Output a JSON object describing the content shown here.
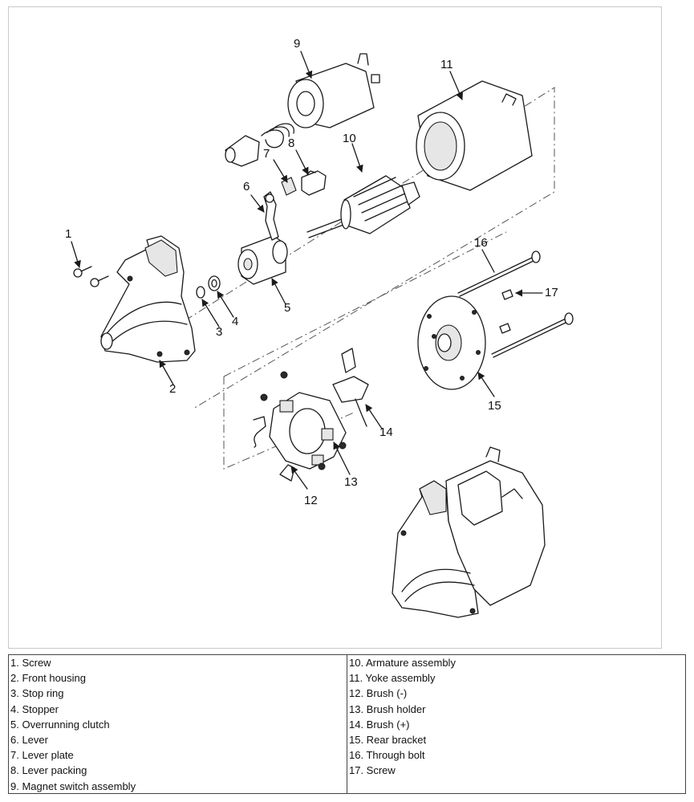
{
  "callouts": [
    "1",
    "2",
    "3",
    "4",
    "5",
    "6",
    "7",
    "8",
    "9",
    "10",
    "11",
    "12",
    "13",
    "14",
    "15",
    "16",
    "17"
  ],
  "legend": {
    "left": [
      "1. Screw",
      "2. Front housing",
      "3. Stop ring",
      "4. Stopper",
      "5. Overrunning clutch",
      "6. Lever",
      "7. Lever plate",
      "8. Lever packing",
      "9. Magnet switch assembly"
    ],
    "right": [
      "10. Armature assembly",
      "11. Yoke assembly",
      "12. Brush (-)",
      "13. Brush holder",
      "14. Brush (+)",
      "15. Rear bracket",
      "16. Through bolt",
      "17. Screw"
    ]
  }
}
